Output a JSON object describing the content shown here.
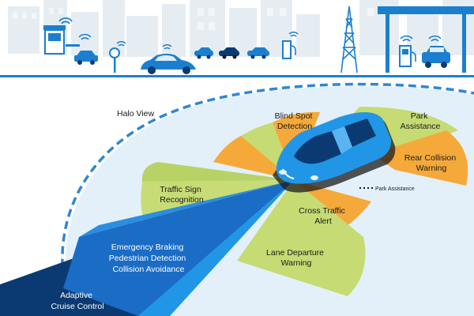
{
  "labels": {
    "halo_view": "Halo View",
    "blind_spot": [
      "Blind Spot",
      "Detection"
    ],
    "park_assistance_top": [
      "Park",
      "Assistance"
    ],
    "rear_collision": [
      "Rear Collision",
      "Warning"
    ],
    "park_assistance_side": "Park Assistance",
    "traffic_sign": [
      "Traffic Sign",
      "Recognition"
    ],
    "cross_traffic": [
      "Cross Traffic",
      "Alert"
    ],
    "lane_departure": [
      "Lane Departure",
      "Warning"
    ],
    "emergency": [
      "Emergency Braking",
      "Pedestrian Detection",
      "Collision Avoidance"
    ],
    "adaptive_cruise": [
      "Adaptive",
      "Cruise Control"
    ]
  },
  "colors": {
    "city": "#e8eef3",
    "accent_blue": "#1b7fd0",
    "bright_blue": "#2196e6",
    "navy": "#0b3a72",
    "mid_blue": "#1a6cc4",
    "green_zone": "#c6db73",
    "orange_zone": "#f5a93a",
    "halo_field": "#dfeef9",
    "dash": "#2f86d6"
  },
  "icons": [
    "building-icon",
    "wifi-icon",
    "toll-booth-icon",
    "parking-meter-icon",
    "cell-tower-icon",
    "gas-station-icon",
    "car-icon",
    "charging-station-icon"
  ]
}
